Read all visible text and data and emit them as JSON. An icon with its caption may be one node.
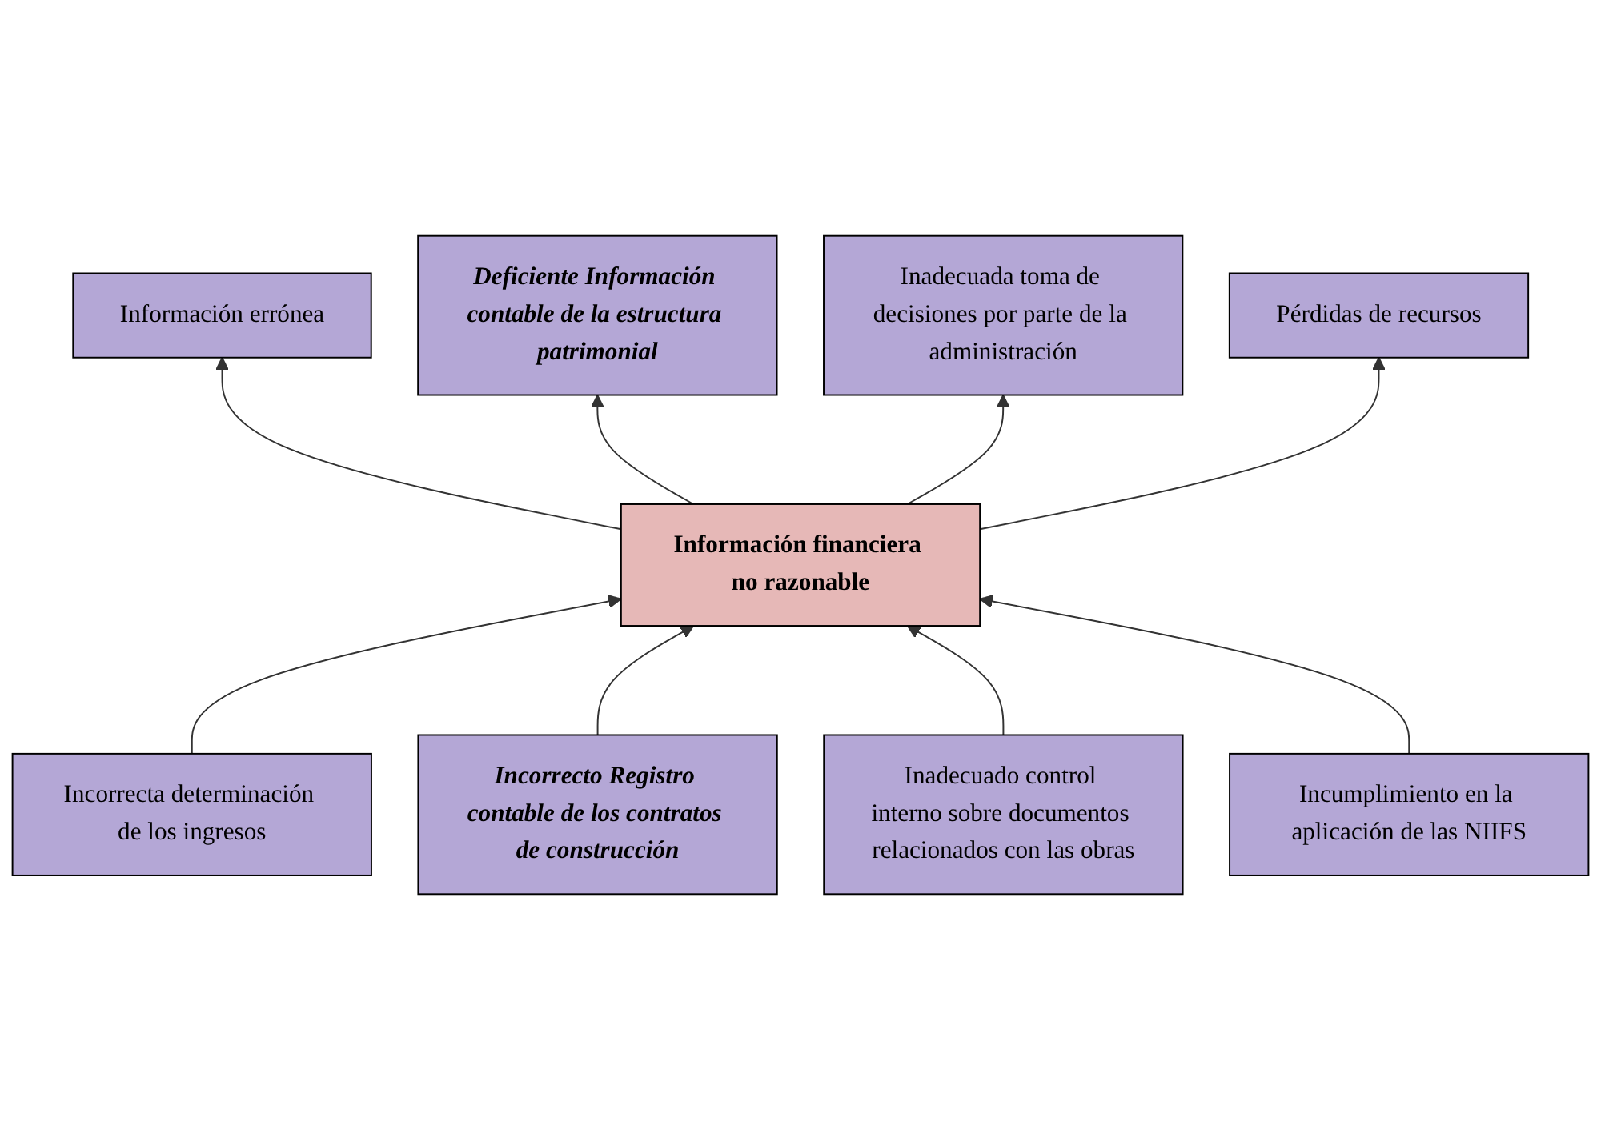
{
  "diagram": {
    "nodes": [
      {
        "text": [
          "Información errónea"
        ]
      },
      {
        "text": [
          "Deficiente Información contable de la estructura patrimonial"
        ]
      },
      {
        "text": [
          "Inadecuada toma de decisiones por parte de la administración"
        ]
      },
      {
        "text": [
          "Pérdidas de recursos"
        ]
      },
      {
        "text": [
          "Información financiera no razonable"
        ]
      },
      {
        "text": [
          "Incorrecta determinación de los ingresos"
        ]
      },
      {
        "text": [
          "Incorrecto Registro contable de los contratos de construcción"
        ]
      },
      {
        "text": [
          "Inadecuado control interno sobre documentos relacionados con las obras"
        ]
      },
      {
        "text": [
          "Incumplimiento en la aplicación de las NIIFS"
        ]
      }
    ],
    "edges": [
      {
        "from": 4,
        "to": 0,
        "arrow": "to"
      },
      {
        "from": 4,
        "to": 1,
        "arrow": "to"
      },
      {
        "from": 4,
        "to": 2,
        "arrow": "to"
      },
      {
        "from": 4,
        "to": 3,
        "arrow": "to"
      },
      {
        "from": 5,
        "to": 4,
        "arrow": "to"
      },
      {
        "from": 6,
        "to": 4,
        "arrow": "to"
      },
      {
        "from": 7,
        "to": 4,
        "arrow": "to"
      },
      {
        "from": 8,
        "to": 4,
        "arrow": "to"
      }
    ]
  }
}
